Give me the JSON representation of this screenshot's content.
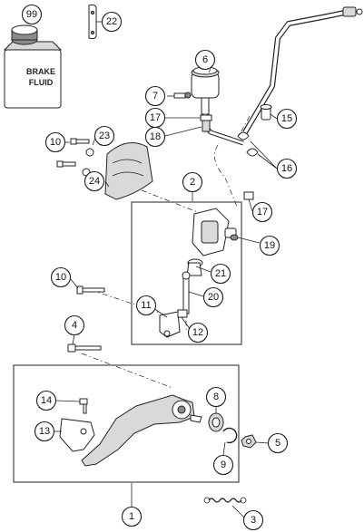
{
  "brake_fluid_label": {
    "line1": "BRAKE",
    "line2": "FLUID"
  },
  "callouts": {
    "c1": "1",
    "c2": "2",
    "c3": "3",
    "c4": "4",
    "c5": "5",
    "c6": "6",
    "c7": "7",
    "c8": "8",
    "c9": "9",
    "c10a": "10",
    "c10b": "10",
    "c11": "11",
    "c12": "12",
    "c13": "13",
    "c14": "14",
    "c15": "15",
    "c16": "16",
    "c17a": "17",
    "c17b": "17",
    "c18": "18",
    "c19": "19",
    "c20": "20",
    "c21": "21",
    "c22": "22",
    "c23": "23",
    "c24": "24",
    "c99": "99"
  }
}
